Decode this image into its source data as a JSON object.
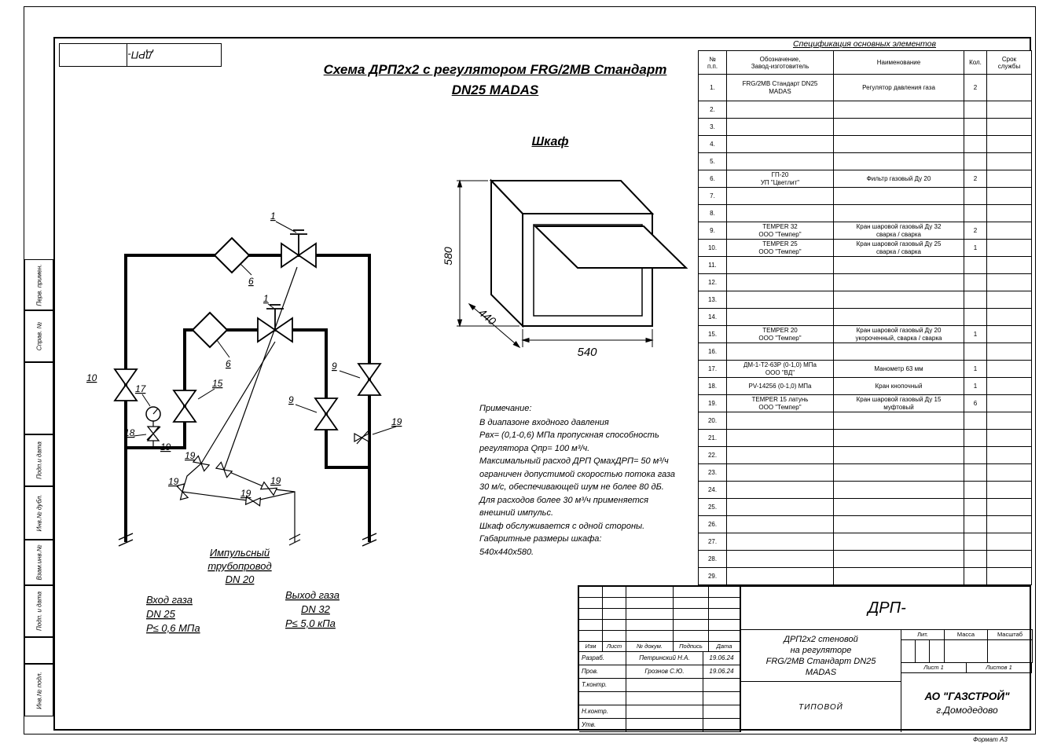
{
  "corner_stamp": {
    "code": "ДРП-"
  },
  "left_margin": {
    "cells": [
      "Перв. примен.",
      "Справ. №",
      "Подп.и дата",
      "Инв.№ дубл.",
      "Взам.инв.№",
      "Подп. и дата",
      "Инв.№ подл."
    ]
  },
  "title": {
    "line1": "Схема ДРП2х2 с регулятором FRG/2MB Стандарт",
    "line2": "DN25 MADAS"
  },
  "cabinet": {
    "heading": "Шкаф",
    "dim_height": "580",
    "dim_depth": "440",
    "dim_width": "540"
  },
  "schematic": {
    "callout_1": "1",
    "callout_6": "6",
    "callout_9": "9",
    "callout_10": "10",
    "callout_15": "15",
    "callout_17": "17",
    "callout_18": "18",
    "callout_19": "19",
    "impulse_line1": "Импульсный",
    "impulse_line2": "трубопровод",
    "impulse_line3": "DN 20",
    "inlet_line1": "Вход газа",
    "inlet_line2": "DN 25",
    "inlet_line3": "P≤ 0,6 МПа",
    "outlet_line1": "Выход газа",
    "outlet_line2": "DN 32",
    "outlet_line3": "P≤ 5,0 кПа"
  },
  "notes": {
    "heading": "Примечание:",
    "lines": [
      "В диапазоне входного давления",
      "Pвх= (0,1-0,6) МПа  пропускная способность",
      "регулятора Qпр= 100 м³/ч.",
      "Максимальный расход ДРП QмахДРП= 50 м³/ч",
      "ограничен допустимой скоростью потока газа",
      "30 м/с, обеспечивающей шум не более 80 дБ.",
      "Для расходов более 30 м³/ч применяется",
      "внешний импульс.",
      "Шкаф обслуживается с одной стороны.",
      "Габаритные размеры шкафа:",
      "540х440х580."
    ]
  },
  "spec": {
    "title": "Спецификация основных элементов",
    "headers": {
      "num": "№\nп.п.",
      "designation": "Обозначение,\nЗавод-изготовитель",
      "name": "Наименование",
      "qty": "Кол.",
      "life": "Срок\nслужбы"
    },
    "rows": [
      {
        "num": "1.",
        "designation": "FRG/2MB Стандарт DN25\nMADAS",
        "name": "Регулятор давления газа",
        "qty": "2",
        "life": "",
        "tall": true
      },
      {
        "num": "2.",
        "designation": "",
        "name": "",
        "qty": "",
        "life": ""
      },
      {
        "num": "3.",
        "designation": "",
        "name": "",
        "qty": "",
        "life": ""
      },
      {
        "num": "4.",
        "designation": "",
        "name": "",
        "qty": "",
        "life": ""
      },
      {
        "num": "5.",
        "designation": "",
        "name": "",
        "qty": "",
        "life": ""
      },
      {
        "num": "6.",
        "designation": "ГП-20\nУП \"Цветлит\"",
        "name": "Фильтр газовый Ду 20",
        "qty": "2",
        "life": ""
      },
      {
        "num": "7.",
        "designation": "",
        "name": "",
        "qty": "",
        "life": ""
      },
      {
        "num": "8.",
        "designation": "",
        "name": "",
        "qty": "",
        "life": ""
      },
      {
        "num": "9.",
        "designation": "TEMPER 32\nООО \"Темпер\"",
        "name": "Кран шаровой газовый Ду 32\nсварка / сварка",
        "qty": "2",
        "life": ""
      },
      {
        "num": "10.",
        "designation": "TEMPER 25\nООО \"Темпер\"",
        "name": "Кран шаровой газовый Ду 25\nсварка / сварка",
        "qty": "1",
        "life": ""
      },
      {
        "num": "11.",
        "designation": "",
        "name": "",
        "qty": "",
        "life": ""
      },
      {
        "num": "12.",
        "designation": "",
        "name": "",
        "qty": "",
        "life": ""
      },
      {
        "num": "13.",
        "designation": "",
        "name": "",
        "qty": "",
        "life": ""
      },
      {
        "num": "14.",
        "designation": "",
        "name": "",
        "qty": "",
        "life": ""
      },
      {
        "num": "15.",
        "designation": "TEMPER 20\nООО \"Темпер\"",
        "name": "Кран шаровой газовый Ду 20\nукороченный, сварка / сварка",
        "qty": "1",
        "life": ""
      },
      {
        "num": "16.",
        "designation": "",
        "name": "",
        "qty": "",
        "life": ""
      },
      {
        "num": "17.",
        "designation": "ДМ-1-Т2-63Р (0-1,0) МПа\nООО \"ВД\"",
        "name": "Манометр 63 мм",
        "qty": "1",
        "life": ""
      },
      {
        "num": "18.",
        "designation": "PV-14256 (0-1,0) МПа",
        "name": "Кран кнопочный",
        "qty": "1",
        "life": ""
      },
      {
        "num": "19.",
        "designation": "TEMPER 15 латунь\nООО \"Темпер\"",
        "name": "Кран шаровой газовый Ду 15\nмуфтовый",
        "qty": "6",
        "life": ""
      },
      {
        "num": "20.",
        "designation": "",
        "name": "",
        "qty": "",
        "life": ""
      },
      {
        "num": "21.",
        "designation": "",
        "name": "",
        "qty": "",
        "life": ""
      },
      {
        "num": "22.",
        "designation": "",
        "name": "",
        "qty": "",
        "life": ""
      },
      {
        "num": "23.",
        "designation": "",
        "name": "",
        "qty": "",
        "life": ""
      },
      {
        "num": "24.",
        "designation": "",
        "name": "",
        "qty": "",
        "life": ""
      },
      {
        "num": "25.",
        "designation": "",
        "name": "",
        "qty": "",
        "life": ""
      },
      {
        "num": "26.",
        "designation": "",
        "name": "",
        "qty": "",
        "life": ""
      },
      {
        "num": "27.",
        "designation": "",
        "name": "",
        "qty": "",
        "life": ""
      },
      {
        "num": "28.",
        "designation": "",
        "name": "",
        "qty": "",
        "life": ""
      },
      {
        "num": "29.",
        "designation": "",
        "name": "",
        "qty": "",
        "life": ""
      }
    ]
  },
  "titleblock": {
    "doc_code": "ДРП-",
    "rev_headers": [
      "Изм",
      "Лист",
      "№ докум.",
      "Подпись",
      "Дата"
    ],
    "sign_rows": [
      {
        "role": "Разраб.",
        "name": "Петринский Н.А.",
        "date": "19.06.24"
      },
      {
        "role": "Пров.",
        "name": "Грознов С.Ю.",
        "date": "19.06.24"
      },
      {
        "role": "Т.контр.",
        "name": "",
        "date": ""
      },
      {
        "role": "",
        "name": "",
        "date": ""
      },
      {
        "role": "Н.контр.",
        "name": "",
        "date": ""
      },
      {
        "role": "Утв.",
        "name": "",
        "date": ""
      }
    ],
    "doc_title": "ДРП2х2 стеновой\nна регуляторе\nFRG/2MB Стандарт DN25\nMADAS",
    "lit_label": "Лит.",
    "mass_label": "Масса",
    "scale_label": "Масштаб",
    "sheet_label": "Лист 1",
    "sheets_label": "Листов 1",
    "type_label": "ТИПОВОЙ",
    "company": "АО \"ГАЗСТРОЙ\"",
    "city": "г.Домодедово"
  },
  "page": {
    "format_label": "Формат А3"
  }
}
